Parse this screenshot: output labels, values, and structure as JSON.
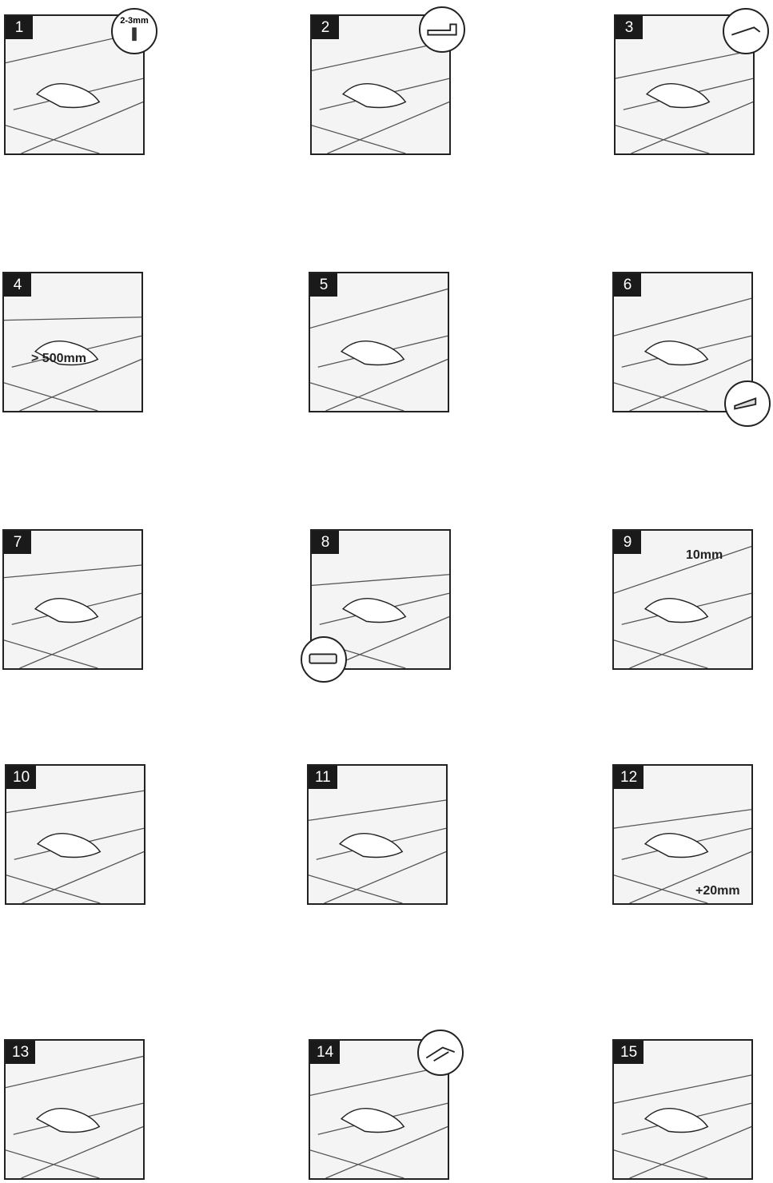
{
  "panels": [
    {
      "number": "1",
      "callout_text": "2-3mm"
    },
    {
      "number": "2"
    },
    {
      "number": "3"
    },
    {
      "number": "4",
      "label": "> 500mm"
    },
    {
      "number": "5"
    },
    {
      "number": "6"
    },
    {
      "number": "7"
    },
    {
      "number": "8"
    },
    {
      "number": "9",
      "label": "10mm"
    },
    {
      "number": "10"
    },
    {
      "number": "11"
    },
    {
      "number": "12",
      "label": "+20mm"
    },
    {
      "number": "13"
    },
    {
      "number": "14"
    },
    {
      "number": "15"
    }
  ]
}
